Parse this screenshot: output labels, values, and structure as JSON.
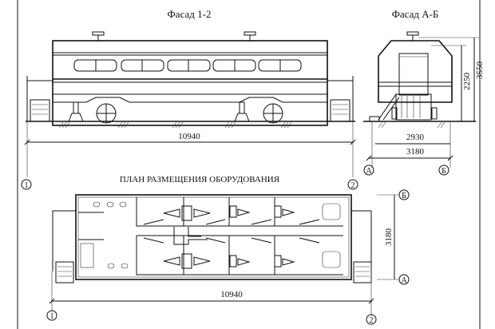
{
  "titles": {
    "facade_side": "Фасад 1-2",
    "facade_end": "Фасад А-Б",
    "plan": "ПЛАН РАЗМЕЩЕНИЯ ОБОРУДОВАНИЯ"
  },
  "dimensions": {
    "side_length": "10940",
    "end_height_body": "2250",
    "end_height_total": "3550",
    "end_width_inner": "2930",
    "end_width_outer": "3180",
    "plan_length": "10940",
    "plan_width": "3180"
  },
  "axes": {
    "axis_1": "1",
    "axis_2": "2",
    "axis_a": "А",
    "axis_b": "Б"
  }
}
